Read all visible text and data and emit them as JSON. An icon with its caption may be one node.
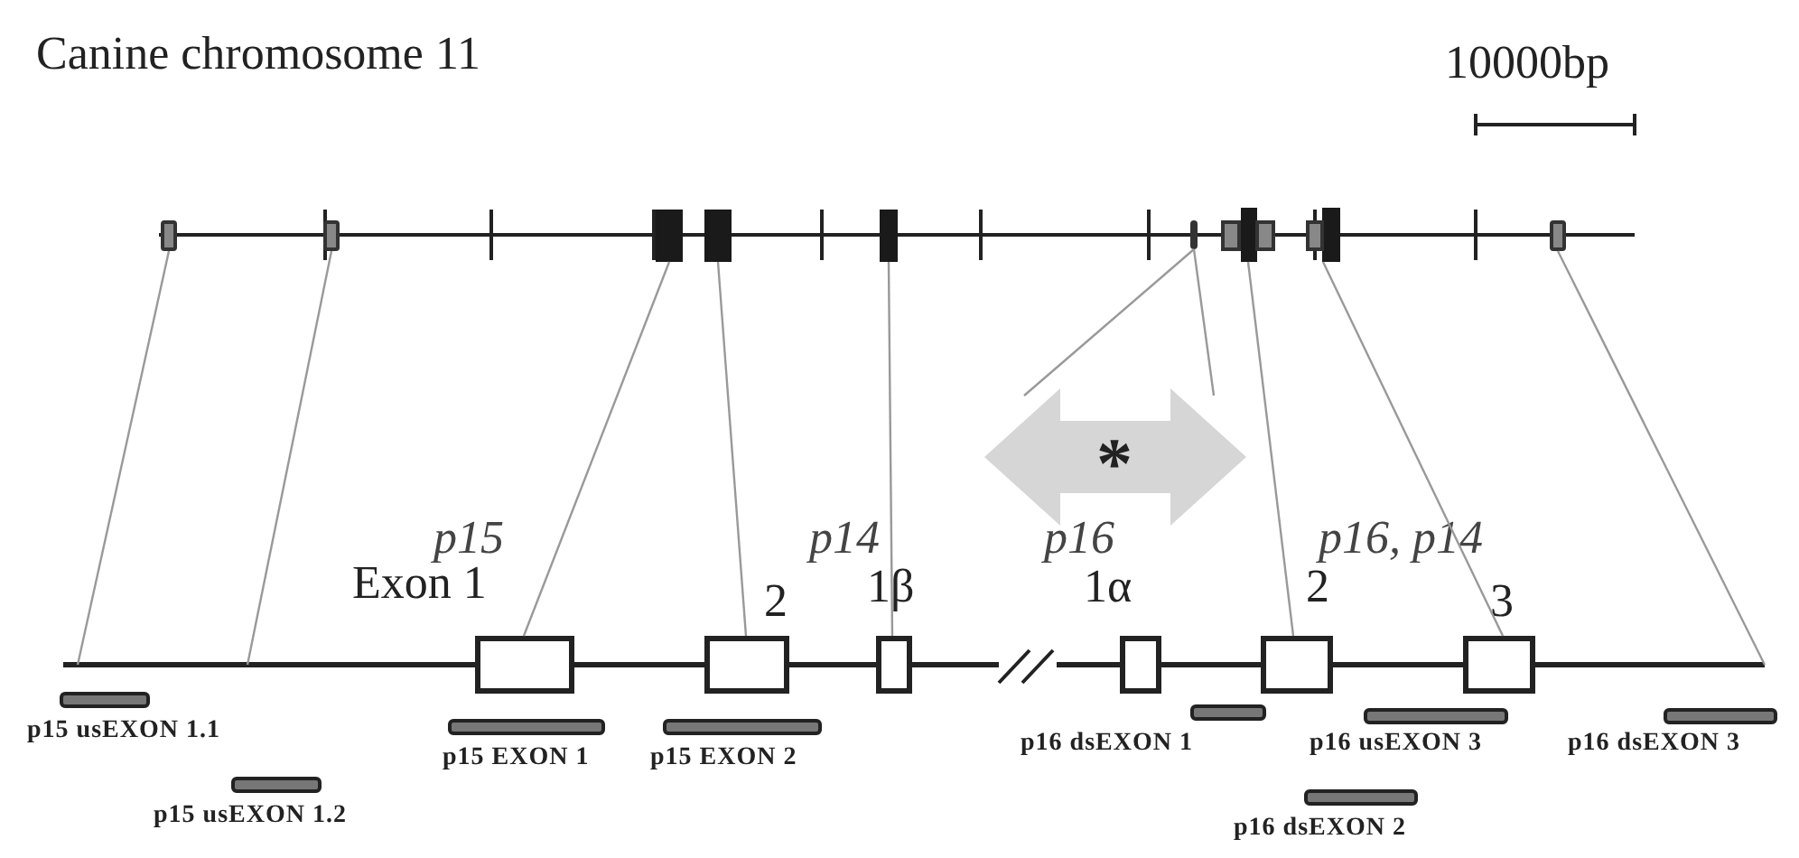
{
  "diagram": {
    "title": "Canine chromosome 11",
    "nodes": [
      {
        "text": [],
        "shape": "box"
      },
      {
        "text": [],
        "shape": "box"
      },
      {
        "text": [],
        "shape": "box"
      },
      {
        "text": [],
        "shape": "box"
      },
      {
        "text": [],
        "shape": "box"
      },
      {
        "text": [],
        "shape": "box"
      },
      {
        "text": [],
        "shape": "box"
      },
      {
        "text": [],
        "shape": "box"
      },
      {
        "text": [],
        "shape": "box"
      },
      {
        "text": [
          "*"
        ]
      },
      {
        "text": [
          "p15",
          "Exon 1"
        ]
      },
      {
        "text": [
          "2"
        ]
      },
      {
        "text": [
          "p14",
          "1β"
        ]
      },
      {
        "text": [
          "p16",
          "1α"
        ]
      },
      {
        "text": [
          "2"
        ]
      },
      {
        "text": [
          "3"
        ]
      },
      {
        "text": [
          "p15 usEXON 1.1"
        ]
      },
      {
        "text": [
          "p15 usEXON 1.2"
        ]
      },
      {
        "text": [
          "p15 EXON 1"
        ]
      },
      {
        "text": [
          "p15 EXON 2"
        ]
      },
      {
        "text": [
          "p16 dsEXON 1"
        ]
      },
      {
        "text": [
          "p16 usEXON 3"
        ]
      },
      {
        "text": [
          "p16 dsEXON 2"
        ]
      },
      {
        "text": [
          "p16 dsEXON 3"
        ]
      }
    ],
    "edges": [
      {
        "from": 0,
        "to": null,
        "arrow": "none"
      },
      {
        "from": 1,
        "to": null,
        "arrow": "none"
      },
      {
        "from": 2,
        "to": 10,
        "arrow": "none"
      },
      {
        "from": 3,
        "to": 11,
        "arrow": "none"
      },
      {
        "from": 4,
        "to": 12,
        "arrow": "none"
      },
      {
        "from": 5,
        "to": 9,
        "arrow": "none"
      },
      {
        "from": 5,
        "to": 9,
        "arrow": "none"
      },
      {
        "from": 6,
        "to": 14,
        "arrow": "none"
      },
      {
        "from": 7,
        "to": 15,
        "arrow": "none"
      },
      {
        "from": 8,
        "to": null,
        "arrow": "none"
      }
    ],
    "labels": [
      "10000bp",
      "p16, p14"
    ]
  }
}
